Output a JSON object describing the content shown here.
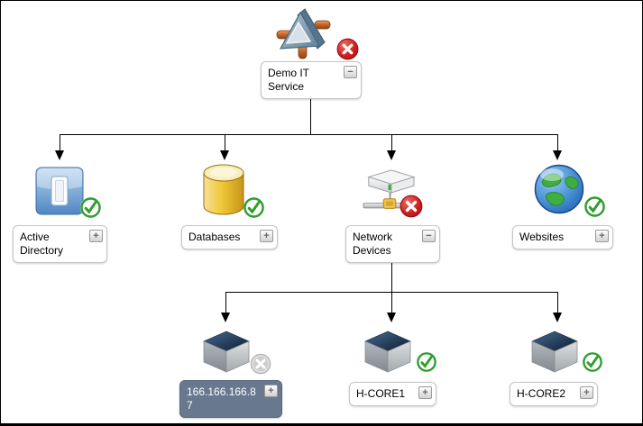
{
  "view": {
    "name": "service-topology-diagram",
    "background": "#ffffff",
    "frame_border": "#000000"
  },
  "colors": {
    "healthy_green": "#2f9e2f",
    "error_red": "#c81e1e",
    "unmonitored_gray": "#cdcdcd",
    "selected_node_bg": "#68788e",
    "node_border": "#c6c6c6",
    "connector": "#000000"
  },
  "nodes": {
    "root": {
      "label": "Demo IT Service",
      "status": "error",
      "expander": "−",
      "icon": "distributed-application"
    },
    "active_directory": {
      "label": "Active Directory",
      "status": "healthy",
      "expander": "+",
      "icon": "active-directory"
    },
    "databases": {
      "label": "Databases",
      "status": "healthy",
      "expander": "+",
      "icon": "database"
    },
    "network_devices": {
      "label": "Network Devices",
      "status": "error",
      "expander": "−",
      "icon": "network-device"
    },
    "websites": {
      "label": "Websites",
      "status": "healthy",
      "expander": "+",
      "icon": "globe"
    },
    "ip_node": {
      "label": "166.166.166.87",
      "status": "unmonitored",
      "expander": "+",
      "icon": "network-cube",
      "selected": true
    },
    "h_core1": {
      "label": "H-CORE1",
      "status": "healthy",
      "expander": "+",
      "icon": "network-cube"
    },
    "h_core2": {
      "label": "H-CORE2",
      "status": "healthy",
      "expander": "+",
      "icon": "network-cube"
    }
  },
  "edges": [
    {
      "from": "root",
      "to": [
        "active_directory",
        "databases",
        "network_devices",
        "websites"
      ]
    },
    {
      "from": "network_devices",
      "to": [
        "ip_node",
        "h_core1",
        "h_core2"
      ]
    }
  ]
}
